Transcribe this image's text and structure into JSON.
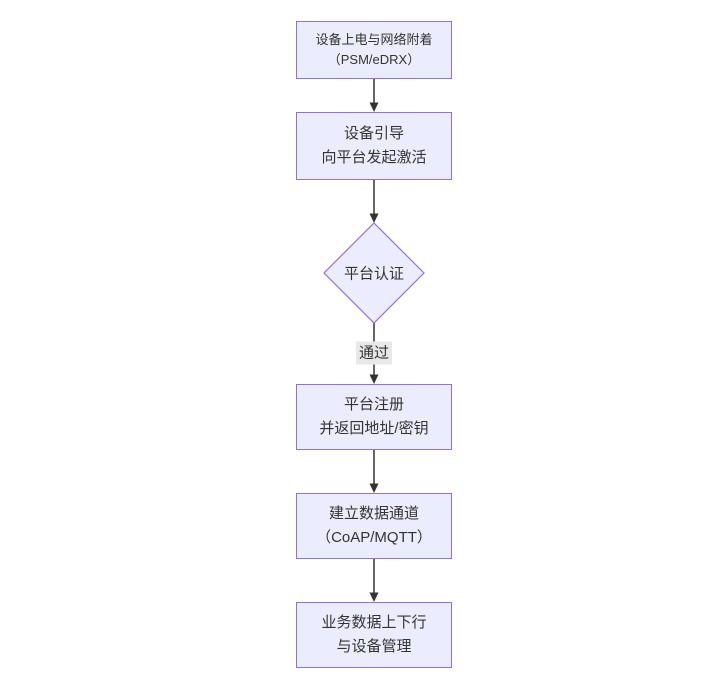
{
  "diagram": {
    "type": "flowchart",
    "direction": "top-down",
    "colors": {
      "background": "#ffffff",
      "node_fill": "#ECECFF",
      "node_border": "#9370DB",
      "edge_color": "#333333",
      "text_color": "#333333",
      "edge_label_bg": "#e8e8e8"
    }
  },
  "nodes": [
    {
      "id": "A",
      "shape": "rect",
      "lines": [
        "设备上电与网络附着",
        "（PSM/eDRX）"
      ]
    },
    {
      "id": "B",
      "shape": "rect",
      "lines": [
        "设备引导",
        "向平台发起激活"
      ]
    },
    {
      "id": "C",
      "shape": "diamond",
      "lines": [
        "平台认证"
      ]
    },
    {
      "id": "D",
      "shape": "rect",
      "lines": [
        "平台注册",
        "并返回地址/密钥"
      ]
    },
    {
      "id": "E",
      "shape": "rect",
      "lines": [
        "建立数据通道",
        "（CoAP/MQTT）"
      ]
    },
    {
      "id": "F",
      "shape": "rect",
      "lines": [
        "业务数据上下行",
        "与设备管理"
      ]
    }
  ],
  "edges": [
    {
      "from": "A",
      "to": "B",
      "label": ""
    },
    {
      "from": "B",
      "to": "C",
      "label": ""
    },
    {
      "from": "C",
      "to": "D",
      "label": "通过"
    },
    {
      "from": "D",
      "to": "E",
      "label": ""
    },
    {
      "from": "E",
      "to": "F",
      "label": ""
    }
  ]
}
